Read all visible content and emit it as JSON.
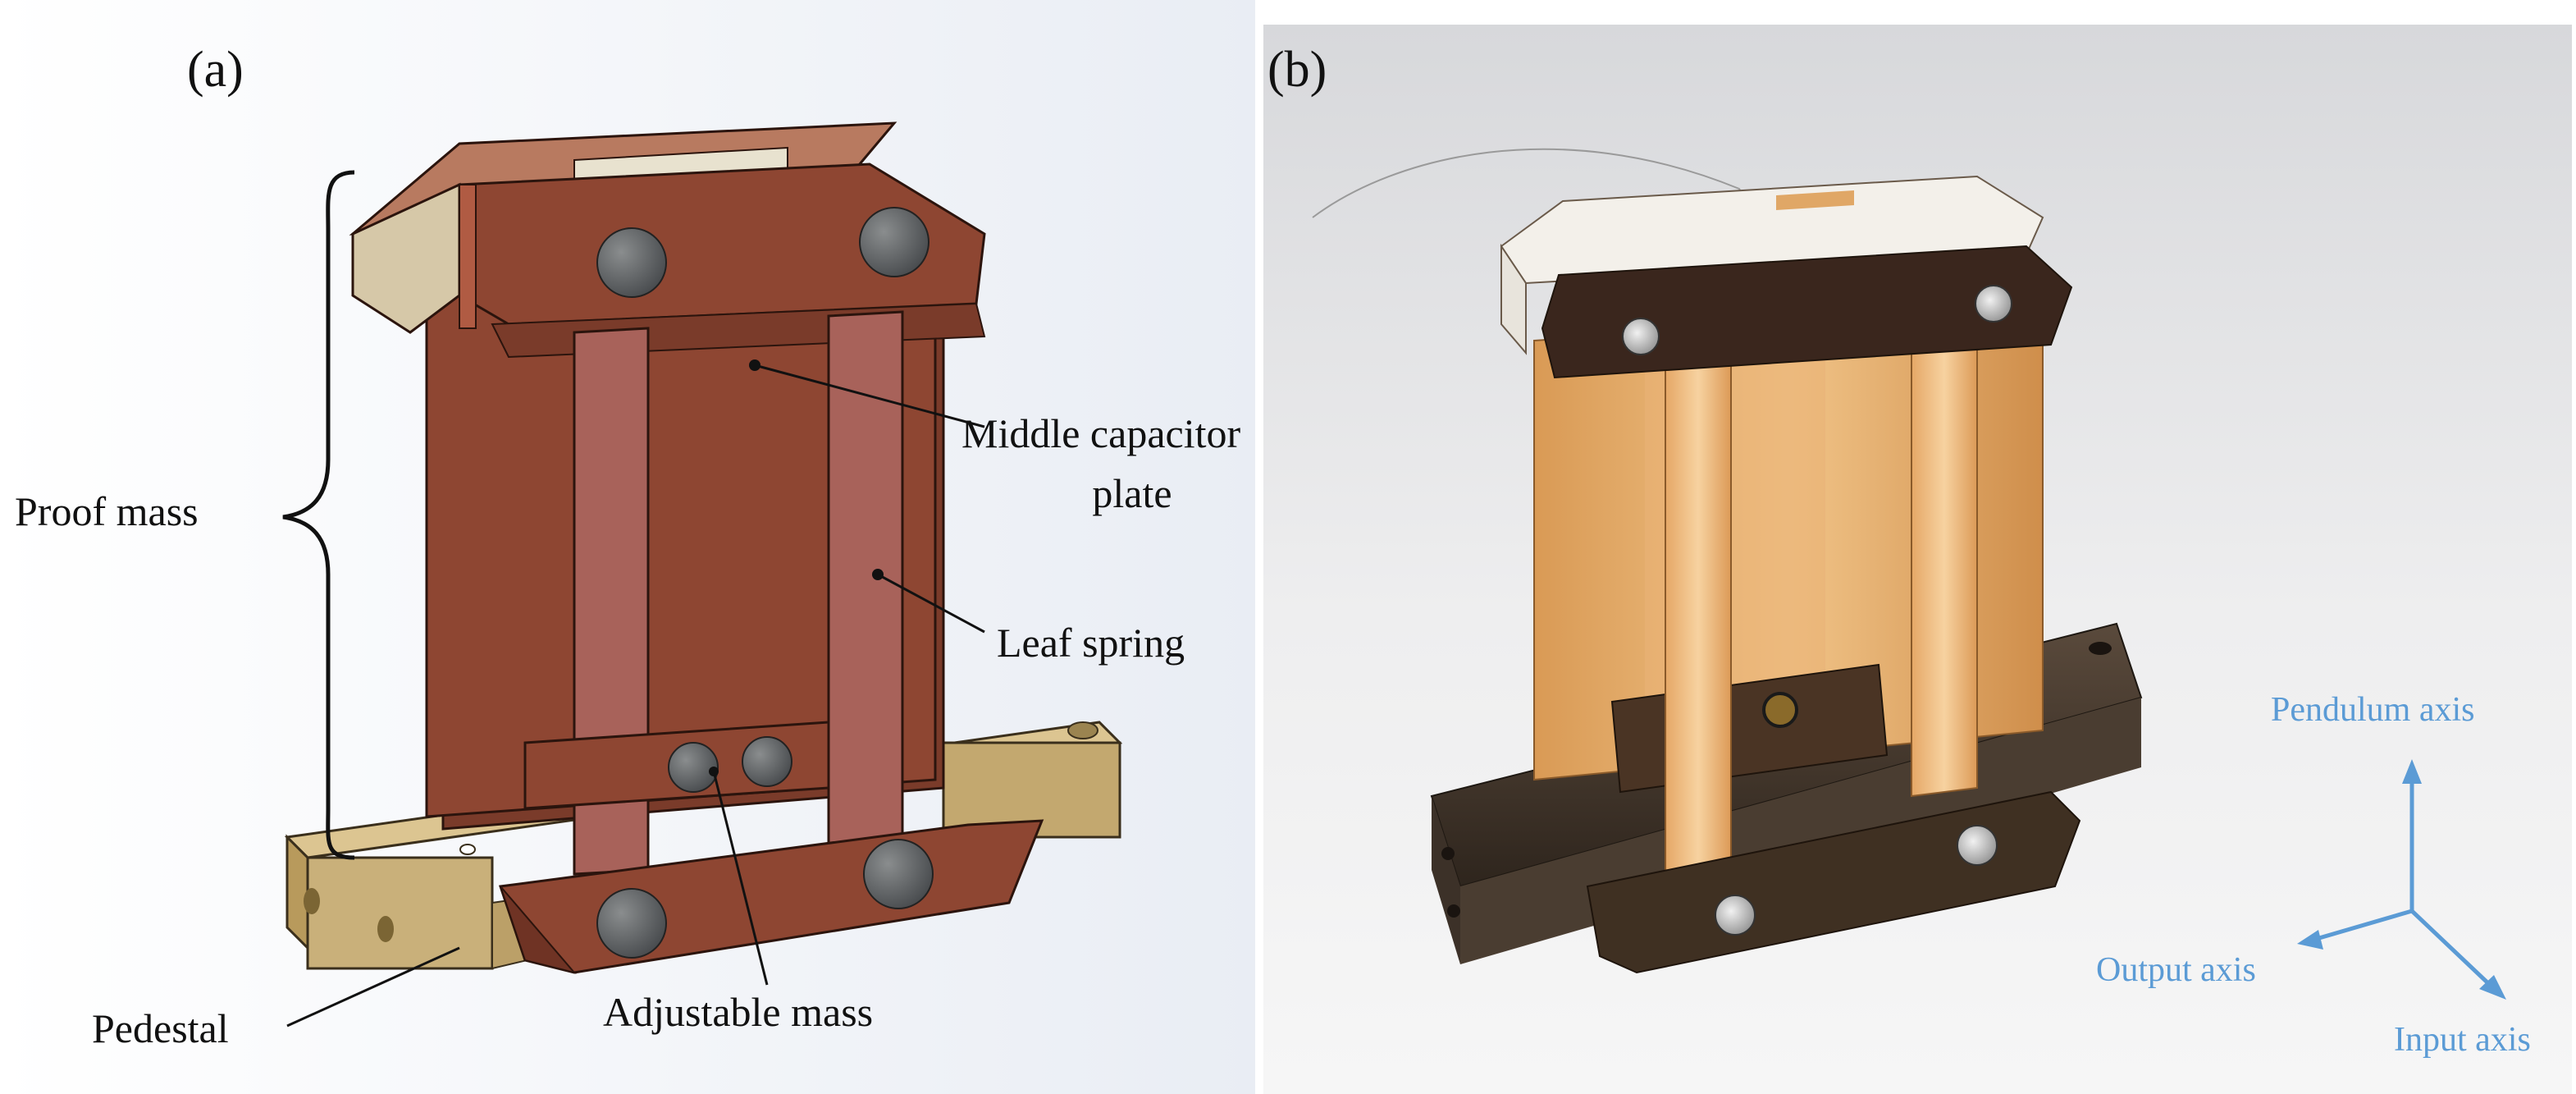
{
  "panel_a": {
    "tag": "(a)",
    "labels": {
      "proof_mass": "Proof mass",
      "middle_capacitor_line1": "Middle capacitor",
      "middle_capacitor_line2": "plate",
      "leaf_spring": "Leaf spring",
      "pedestal": "Pedestal",
      "adjustable_mass": "Adjustable mass"
    }
  },
  "panel_b": {
    "tag": "(b)",
    "axes": {
      "pendulum": "Pendulum axis",
      "output": "Output axis",
      "input": "Input axis"
    }
  },
  "colors": {
    "copper": "#8e4632",
    "copper_dark": "#6f3324",
    "spring": "#a8625a",
    "pedestal": "#c9b07a",
    "bolt": "#5b5e5f",
    "axis_blue": "#5b9bd5",
    "photo_bg": "#e6e7ea"
  }
}
